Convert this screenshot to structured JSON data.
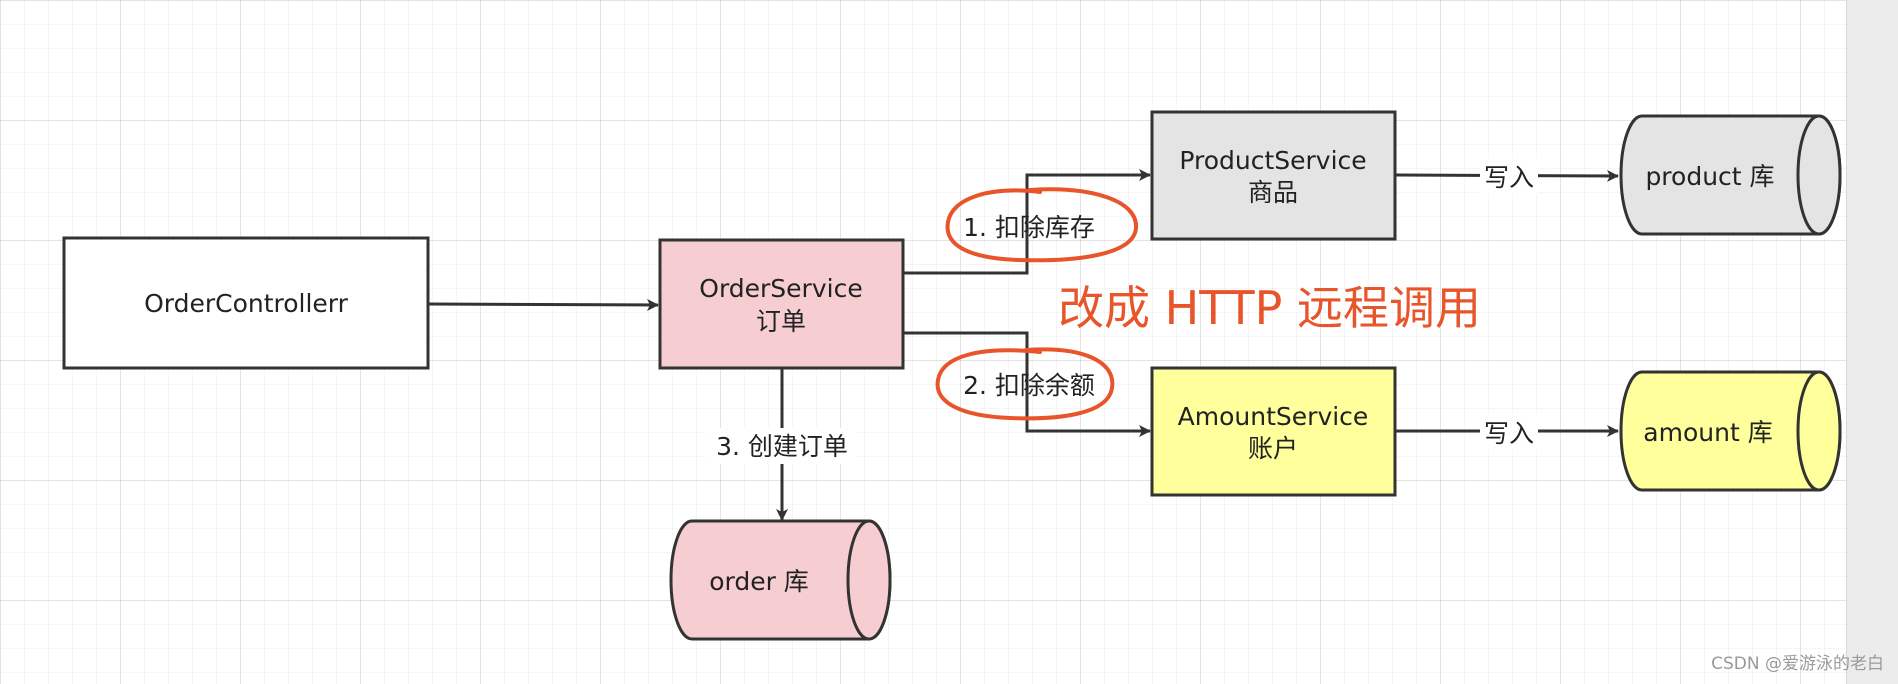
{
  "colors": {
    "order_fill": "#f6cdd0",
    "product_fill": "#e4e4e4",
    "amount_fill": "#ffff9c",
    "controller_fill": "#ffffff",
    "stroke": "#333333",
    "annotation": "#e8552a"
  },
  "nodes": {
    "controller": {
      "label": "OrderControllerr"
    },
    "order_service": {
      "line1": "OrderService",
      "line2": "订单"
    },
    "product_service": {
      "line1": "ProductService",
      "line2": "商品"
    },
    "amount_service": {
      "line1": "AmountService",
      "line2": "账户"
    },
    "product_db": {
      "label": "product 库"
    },
    "amount_db": {
      "label": "amount 库"
    },
    "order_db": {
      "label": "order 库"
    }
  },
  "edges": {
    "deduct_stock": "1. 扣除库存",
    "deduct_balance": "2. 扣除余额",
    "create_order": "3. 创建订单",
    "write_product": "写入",
    "write_amount": "写入"
  },
  "annotation": {
    "text": "改成 HTTP 远程调用"
  },
  "watermark": "CSDN @爱游泳的老白"
}
